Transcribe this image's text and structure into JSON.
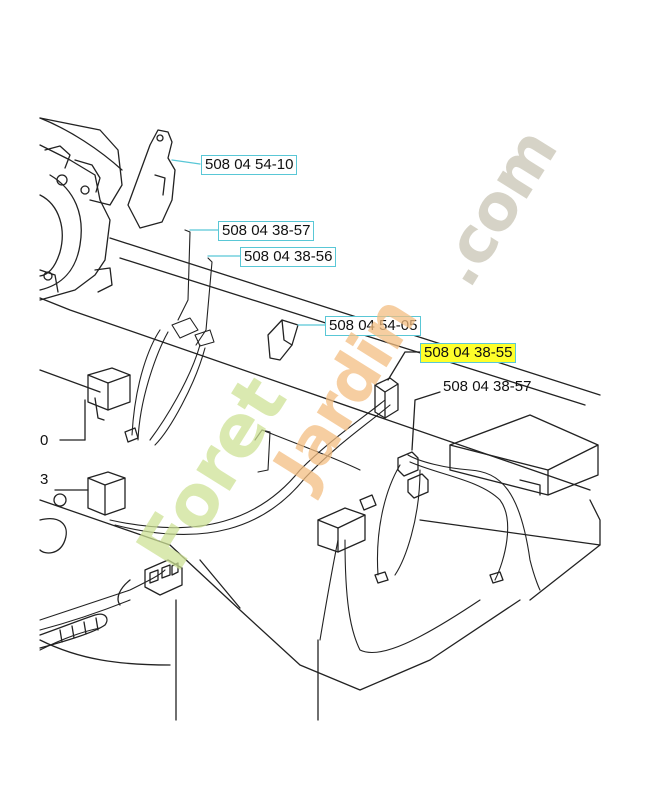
{
  "labels": [
    {
      "id": "54-10",
      "text": "508 04 54-10",
      "style": "boxed"
    },
    {
      "id": "38-57a",
      "text": "508 04 38-57",
      "style": "boxed"
    },
    {
      "id": "38-56",
      "text": "508 04 38-56",
      "style": "boxed"
    },
    {
      "id": "54-05",
      "text": "508 04 54-05",
      "style": "boxed"
    },
    {
      "id": "38-55",
      "text": "508 04 38-55",
      "style": "highlight"
    },
    {
      "id": "38-57b",
      "text": "508 04 38-57",
      "style": "plain"
    }
  ],
  "edge_labels": {
    "left_a": "0",
    "left_b": "3"
  },
  "watermark": {
    "part1": "Foret",
    "part2": "Jardin",
    "part3": ".com"
  },
  "colors": {
    "highlight": "#ffff2a",
    "label_border": "#59c7d6",
    "ink": "#222222"
  }
}
